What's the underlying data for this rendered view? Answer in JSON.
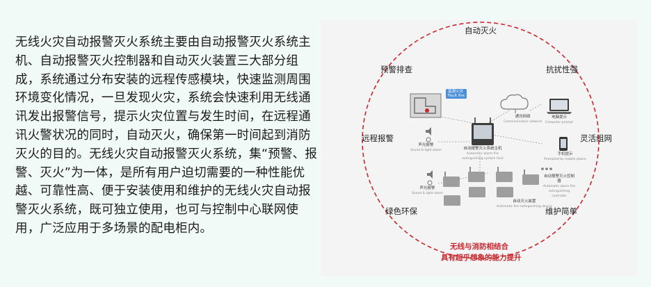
{
  "description_text": "无线火灾自动报警灭火系统主要由自动报警灭火系统主机、自动报警灭火控制器和自动灭火装置三大部分组成，系统通过分布安装的远程传感模块，快速监测周围环境变化情况，一旦发现火灾，系统会快速利用无线通讯发出报警信号，提示火灾位置与发生时间，在远程通讯火警状况的同时，自动灭火，确保第一时间起到消防灭火的目的。无线火灾自动报警灭火系统，集“预警、报警、灭火”为一体，是所有用户迫切需要的一种性能优越、可靠性高、便于安装使用和维护的无线火灾自动报警灭火系统，既可独立使用，也可与控制中心联网使用，广泛应用于多场景的配电柜内。",
  "diagram": {
    "ring_labels": {
      "top": "自动灭火",
      "upper_left": "预警排查",
      "upper_right": "抗扰性强",
      "left": "远程报警",
      "right": "灵活组网",
      "lower_left": "绿色环保",
      "lower_right": "维护简单"
    },
    "bottom_lines": [
      "无线与消防相结合",
      "具有超乎想象的能力提升"
    ],
    "devices": {
      "alarm_badge": "监测火灾\nFault fire",
      "network": {
        "cn": "通讯网络",
        "en": "Communication network"
      },
      "computer": {
        "cn": "电脑提示",
        "en": "Computer prompt"
      },
      "mobile": {
        "cn": "手机提示",
        "en": "Prompted by mobile phone"
      },
      "host": {
        "cn": "自动报警灭火系统主机",
        "en": "Automatic alarm fire extinguishing system host"
      },
      "sound_light_1": {
        "cn": "声光报警",
        "en": "Sound & light alarm"
      },
      "sound_light_2": {
        "cn": "声光报警",
        "en": "Sound & light alarm"
      },
      "controller": {
        "cn": "自动报警灭火控制器",
        "en": "Automatic alarm fire extinguishing controller"
      },
      "device": {
        "cn": "自动灭火装置",
        "en": "Automatic fire extinguishing device"
      }
    },
    "colors": {
      "ring": "#c8262c",
      "accent": "#c8262c",
      "device": "#999999"
    }
  }
}
